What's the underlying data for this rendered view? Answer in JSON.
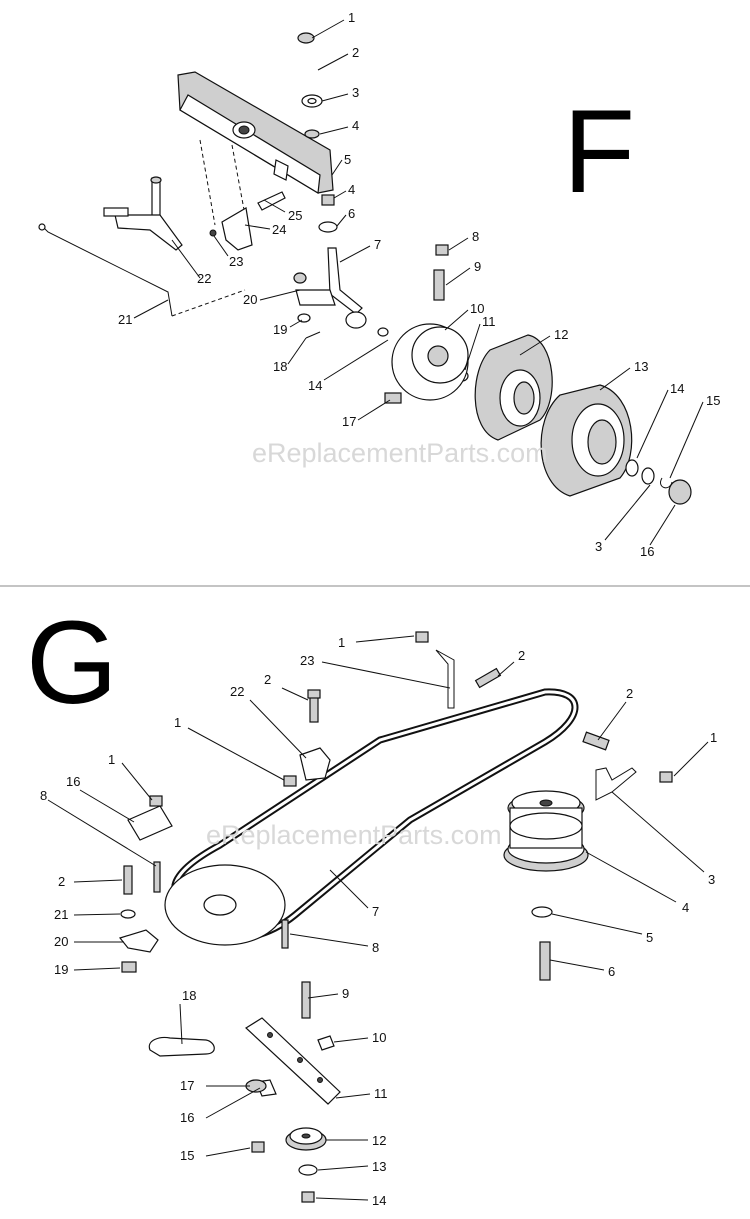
{
  "section_f": {
    "letter": "F",
    "callouts": [
      "1",
      "2",
      "3",
      "4",
      "5",
      "4",
      "6",
      "7",
      "8",
      "9",
      "10",
      "11",
      "12",
      "13",
      "14",
      "15",
      "16",
      "3",
      "14",
      "17",
      "18",
      "19",
      "20",
      "21",
      "22",
      "23",
      "24",
      "25"
    ]
  },
  "section_g": {
    "letter": "G",
    "callouts": [
      "1",
      "2",
      "23",
      "2",
      "22",
      "1",
      "1",
      "16",
      "8",
      "2",
      "21",
      "20",
      "19",
      "2",
      "1",
      "3",
      "4",
      "5",
      "6",
      "7",
      "8",
      "9",
      "18",
      "10",
      "11",
      "17",
      "16",
      "12",
      "15",
      "13",
      "14"
    ]
  },
  "watermark": "eReplacementParts.com"
}
